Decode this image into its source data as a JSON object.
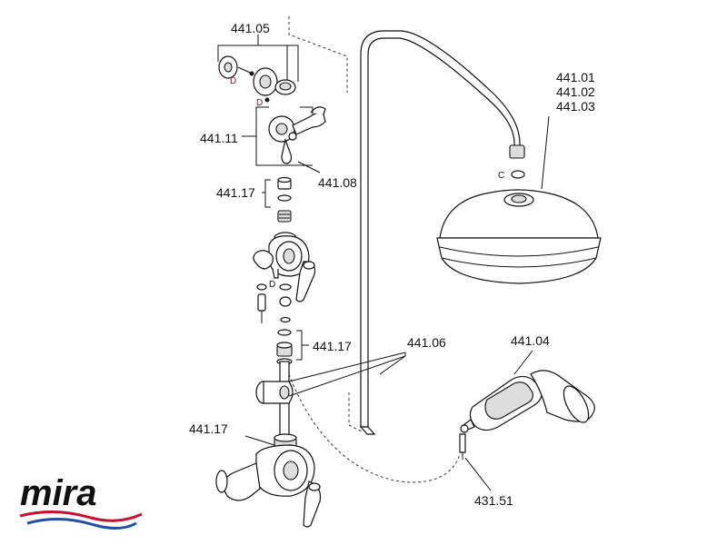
{
  "labels": {
    "l44105": "441.05",
    "l44111": "441.11",
    "l44108": "441.08",
    "l44117a": "441.17",
    "l44117b": "441.17",
    "l44117c": "441.17",
    "l44106": "441.06",
    "l44101": "441.01",
    "l44102": "441.02",
    "l44103": "441.03",
    "l44104": "441.04",
    "l43151": "431.51"
  },
  "markers": {
    "d_top": "D",
    "d_top2": "D",
    "d_mid": "D",
    "c_head": "C"
  },
  "logo": {
    "text": "mira",
    "wave_colors": [
      "#c8102e",
      "#1f4fa8"
    ]
  },
  "colors": {
    "marker_d": "#8b1a3a",
    "line": "#111111"
  }
}
